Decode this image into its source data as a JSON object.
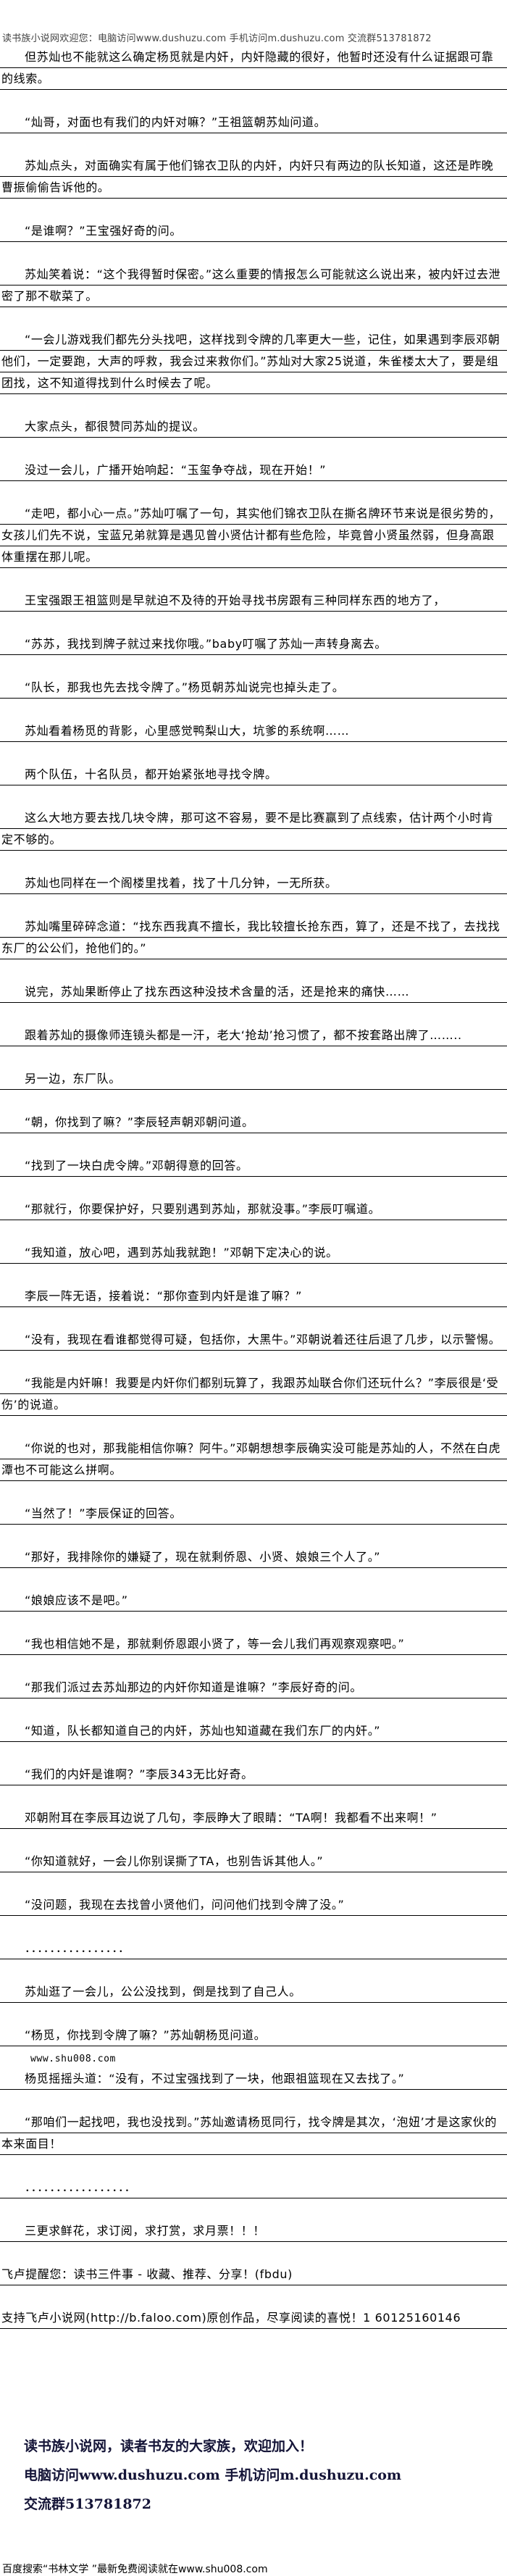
{
  "header": "读书族小说网欢迎您：电脑访问www.dushuzu.com 手机访问m.dushuzu.com 交流群513781872",
  "paragraphs": [
    {
      "text": "但苏灿也不能就这么确定杨觅就是内奸，内奸隐藏的很好，他暂时还没有什么证据跟可靠的线索。",
      "indent": true
    },
    {
      "text": "“灿哥，对面也有我们的内奸对嘛？”王祖篮朝苏灿问道。",
      "indent": true
    },
    {
      "text": "苏灿点头，对面确实有属于他们锦衣卫队的内奸，内奸只有两边的队长知道，这还是昨晚曹振偷偷告诉他的。",
      "indent": true
    },
    {
      "text": "“是谁啊？”王宝强好奇的问。",
      "indent": true
    },
    {
      "text": "苏灿笑着说：“这个我得暂时保密。”这么重要的情报怎么可能就这么说出来，被内奸过去泄密了那不歇菜了。",
      "indent": true
    },
    {
      "text": "“一会儿游戏我们都先分头找吧，这样找到令牌的几率更大一些，记住，如果遇到李辰邓朝他们，一定要跑，大声的呼救，我会过来救你们。”苏灿对大家25说道，朱雀楼太大了，要是组团找，这不知道得找到什么时候去了呢。",
      "indent": true
    },
    {
      "text": "大家点头，都很赞同苏灿的提议。",
      "indent": true
    },
    {
      "text": "没过一会儿，广播开始响起：“玉玺争夺战，现在开始！”",
      "indent": true
    },
    {
      "text": "“走吧，都小心一点。”苏灿叮嘱了一句，其实他们锦衣卫队在撕名牌环节来说是很劣势的，女孩儿们先不说，宝蓝兄弟就算是遇见曾小贤估计都有些危险，毕竟曾小贤虽然弱，但身高跟体重摆在那儿呢。",
      "indent": true
    },
    {
      "text": "王宝强跟王祖篮则是早就迫不及待的开始寻找书房跟有三种同样东西的地方了，",
      "indent": true
    },
    {
      "text": "“苏苏，我找到牌子就过来找你哦。”baby叮嘱了苏灿一声转身离去。",
      "indent": true
    },
    {
      "text": "“队长，那我也先去找令牌了。”杨觅朝苏灿说完也掉头走了。",
      "indent": true
    },
    {
      "text": "苏灿看着杨觅的背影，心里感觉鸭梨山大，坑爹的系统啊……",
      "indent": true
    },
    {
      "text": "两个队伍，十名队员，都开始紧张地寻找令牌。",
      "indent": true
    },
    {
      "text": "这么大地方要去找几块令牌，那可这不容易，要不是比赛赢到了点线索，估计两个小时肯定不够的。",
      "indent": true
    },
    {
      "text": "苏灿也同样在一个阁楼里找着，找了十几分钟，一无所获。",
      "indent": true
    },
    {
      "text": "苏灿嘴里碎碎念道：“找东西我真不擅长，我比较擅长抢东西，算了，还是不找了，去找找东厂的公公们，抢他们的。”",
      "indent": true
    },
    {
      "text": "说完，苏灿果断停止了找东西这种没技术含量的活，还是抢来的痛快……",
      "indent": true
    },
    {
      "text": "跟着苏灿的摄像师连镜头都是一汗，老大‘抢劫’抢习惯了，都不按套路出牌了……..",
      "indent": true
    },
    {
      "text": "另一边，东厂队。",
      "indent": true
    },
    {
      "text": "“朝，你找到了嘛？”李辰轻声朝邓朝问道。",
      "indent": true
    },
    {
      "text": "“找到了一块白虎令牌。”邓朝得意的回答。",
      "indent": true
    },
    {
      "text": "“那就行，你要保护好，只要别遇到苏灿，那就没事。”李辰叮嘱道。",
      "indent": true
    },
    {
      "text": "“我知道，放心吧，遇到苏灿我就跑！”邓朝下定决心的说。",
      "indent": true
    },
    {
      "text": "李辰一阵无语，接着说：“那你查到内奸是谁了嘛？”",
      "indent": true
    },
    {
      "text": "“没有，我现在看谁都觉得可疑，包括你，大黑牛。”邓朝说着还往后退了几步，以示警惕。",
      "indent": true
    },
    {
      "text": "“我能是内奸嘛！我要是内奸你们都别玩算了，我跟苏灿联合你们还玩什么？”李辰很是‘受伤’的说道。",
      "indent": true
    },
    {
      "text": "“你说的也对，那我能相信你嘛？阿牛。”邓朝想想李辰确实没可能是苏灿的人，不然在白虎潭也不可能这么拼啊。",
      "indent": true
    },
    {
      "text": "“当然了！”李辰保证的回答。",
      "indent": true
    },
    {
      "text": "“那好，我排除你的嫌疑了，现在就剩侨恩、小贤、娘娘三个人了。”",
      "indent": true
    },
    {
      "text": "“娘娘应该不是吧。”",
      "indent": true
    },
    {
      "text": "“我也相信她不是，那就剩侨恩跟小贤了，等一会儿我们再观察观察吧。”",
      "indent": true
    },
    {
      "text": "“那我们派过去苏灿那边的内奸你知道是谁嘛？”李辰好奇的问。",
      "indent": true
    },
    {
      "text": "“知道，队长都知道自己的内奸，苏灿也知道藏在我们东厂的内奸。”",
      "indent": true
    },
    {
      "text": "“我们的内奸是谁啊？”李辰343无比好奇。",
      "indent": true
    },
    {
      "text": "邓朝附耳在李辰耳边说了几句，李辰睁大了眼睛：“TA啊！我都看不出来啊！”",
      "indent": true
    },
    {
      "text": "“你知道就好，一会儿你别误撕了TA，也别告诉其他人。”",
      "indent": true
    },
    {
      "text": "“没问题，我现在去找曾小贤他们，问问他们找到令牌了没。”",
      "indent": true
    },
    {
      "text": "．．．．．．．．．．．．．．．．",
      "indent": true
    },
    {
      "text": "苏灿逛了一会儿，公公没找到，倒是找到了自己人。",
      "indent": true
    },
    {
      "text": "“杨觅，你找到令牌了嘛？”苏灿朝杨觅问道。",
      "indent": true
    },
    {
      "text": "杨觅摇摇头道：“没有，不过宝强找到了一块，他跟祖篮现在又去找了。”",
      "indent": true,
      "note": "www.shu008.com"
    },
    {
      "text": "“那咱们一起找吧，我也没找到。”苏灿邀请杨觅同行，找令牌是其次，‘泡妞’才是这家伙的本来面目！",
      "indent": true
    },
    {
      "text": "．．．．．．．．．．．．．．．．．",
      "indent": true
    },
    {
      "text": "三更求鲜花，求订阅，求打赏，求月票！！！",
      "indent": true
    },
    {
      "text": "飞卢提醒您：读书三件事 - 收藏、推荐、分享！(fbdu)",
      "indent": false
    },
    {
      "text": "支持飞卢小说网(http://b.faloo.com)原创作品，尽享阅读的喜悦！1 60125160146",
      "indent": false
    }
  ],
  "footer": {
    "welcome": "读书族小说网，读者书友的大家族，欢迎加入！",
    "access": "电脑访问www.dushuzu.com 手机访问m.dushuzu.com",
    "group": "交流群513781872"
  },
  "bottom_line": "百度搜索“书林文学 ”最新免费阅读就在www.shu008.com"
}
